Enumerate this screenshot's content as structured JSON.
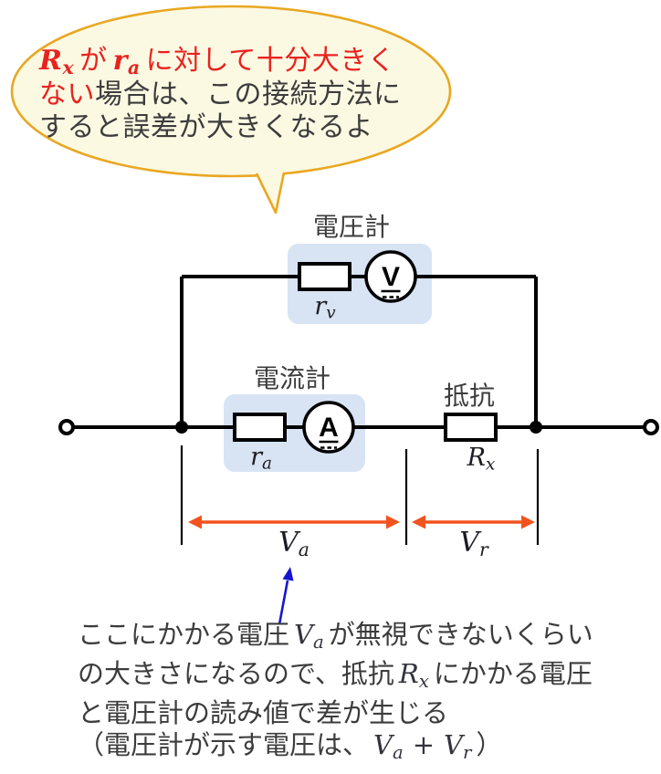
{
  "colors": {
    "wire": "#000000",
    "dark": "#3c3c3c",
    "red": "#e8231e",
    "bubble_fill": "#fcf9e3",
    "bubble_border": "#e9a722",
    "meter_bg": "#d8e4f4",
    "orange": "#f1531f",
    "blue": "#1515d0"
  },
  "bubble": {
    "line1": {
      "m1_base": "R",
      "m1_sub": "x",
      "mid": "が",
      "m2_base": "r",
      "m2_sub": "a",
      "tail": "に対して十分大きく"
    },
    "line2": {
      "red": "ない",
      "rest": "場合は、この接続方法に"
    },
    "line3": "すると誤差が大きくなるよ"
  },
  "circuit": {
    "voltmeter_label": "電圧計",
    "ammeter_label": "電流計",
    "resistor_label": "抵抗",
    "meter_v": "V",
    "meter_a": "A",
    "rv": {
      "base": "r",
      "sub": "v"
    },
    "ra": {
      "base": "r",
      "sub": "a"
    },
    "rx": {
      "base": "R",
      "sub": "x"
    }
  },
  "measure": {
    "va": {
      "base": "V",
      "sub": "a"
    },
    "vr": {
      "base": "V",
      "sub": "r"
    }
  },
  "note": {
    "line1_pre": "ここにかかる電圧",
    "line1_math": {
      "base": "V",
      "sub": "a"
    },
    "line1_post": "が無視できないくらい",
    "line2_pre": "の大きさになるので、抵抗",
    "line2_math": {
      "base": "R",
      "sub": "x"
    },
    "line2_post": "にかかる電圧",
    "line3": "と電圧計の読み値で差が生じる",
    "line4_pre": "（電圧計が示す電圧は、",
    "line4_math1": {
      "base": "V",
      "sub": "a"
    },
    "line4_op": "+",
    "line4_math2": {
      "base": "V",
      "sub": "r"
    },
    "line4_post": "）"
  }
}
